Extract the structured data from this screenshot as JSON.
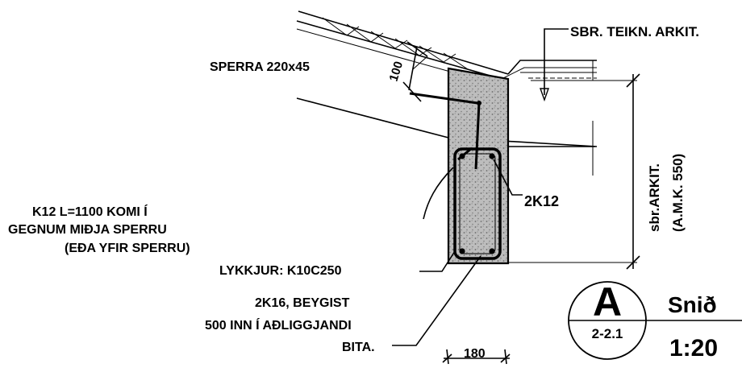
{
  "labels": {
    "ref_arch": "SBR. TEIKN. ARKIT.",
    "rafter": "SPERRA 220x45",
    "rafter_dim": "100",
    "side_dim_1": "sbr.ARKIT.",
    "side_dim_2": "(A.M.K. 550)",
    "top_bars": "2K12",
    "pin_line1": "K12  L=1100 KOMI Í",
    "pin_line2": "GEGNUM MIÐJA SPERRU",
    "pin_line3": "(EÐA YFIR SPERRU)",
    "stirrups": "LYKKJUR: K10C250",
    "bottom_line1": "2K16, BEYGIST",
    "bottom_line2": "500 INN Í AÐLIGGJANDI",
    "bottom_line3": "BITA.",
    "width_dim": "180"
  },
  "section_marker": {
    "letter": "A",
    "sheet": "2-2.1",
    "title": "Snið",
    "scale": "1:20"
  }
}
